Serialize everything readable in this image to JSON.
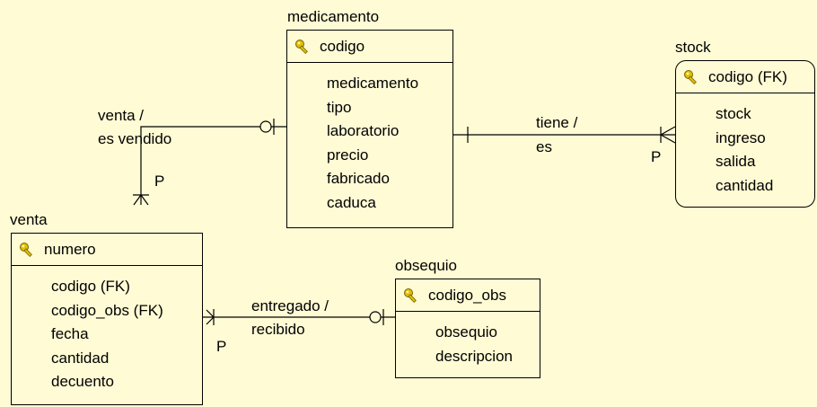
{
  "entities": {
    "medicamento": {
      "name": "medicamento",
      "pk": "codigo",
      "attributes": [
        "medicamento",
        "tipo",
        "laboratorio",
        "precio",
        "fabricado",
        "caduca"
      ]
    },
    "stock": {
      "name": "stock",
      "pk": "codigo (FK)",
      "attributes": [
        "stock",
        "ingreso",
        "salida",
        "cantidad"
      ]
    },
    "venta": {
      "name": "venta",
      "pk": "numero",
      "attributes": [
        "codigo (FK)",
        "codigo_obs (FK)",
        "fecha",
        "cantidad",
        "decuento"
      ]
    },
    "obsequio": {
      "name": "obsequio",
      "pk": "codigo_obs",
      "attributes": [
        "obsequio",
        "descripcion"
      ]
    }
  },
  "relationships": {
    "venta_medicamento": {
      "label_line1": "venta /",
      "label_line2": "es vendido",
      "marker": "P"
    },
    "medicamento_stock": {
      "label_line1": "tiene /",
      "label_line2": "es",
      "marker": "P"
    },
    "venta_obsequio": {
      "label_line1": "entregado /",
      "label_line2": "recibido",
      "marker": "P"
    }
  },
  "colors": {
    "background": "#fffbd5",
    "key_icon": "#e0c000",
    "line": "#000000"
  },
  "icons": {
    "primary_key": "key-icon"
  }
}
